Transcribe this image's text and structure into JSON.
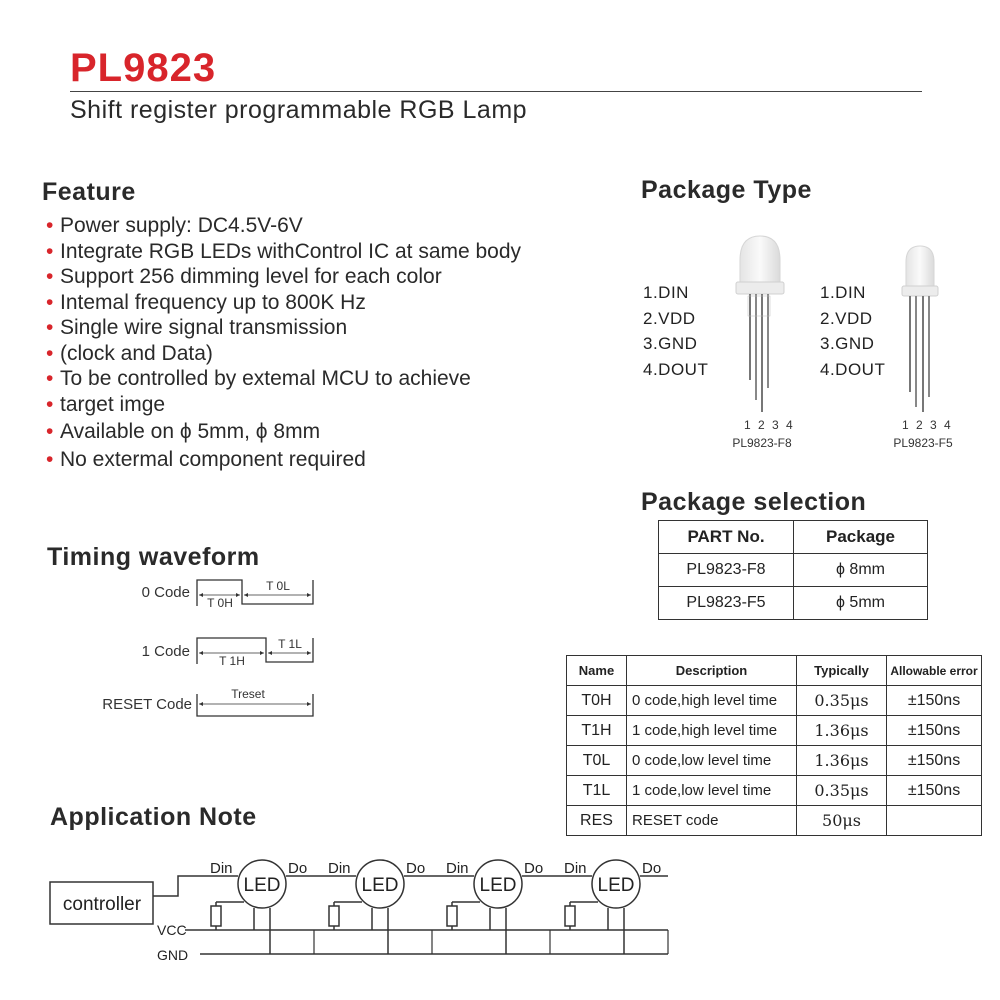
{
  "header": {
    "title": "PL9823",
    "subtitle": "Shift register programmable RGB Lamp"
  },
  "feature": {
    "heading": "Feature",
    "items": [
      "Power supply: DC4.5V-6V",
      "Integrate RGB LEDs withControl IC at same body",
      "Support 256 dimming level for each color",
      "Intemal frequency up to 800K Hz",
      "Single wire signal transmission",
      "(clock and Data)",
      "To be controlled by extemal MCU to achieve",
      "target imge",
      "Available on ϕ 5mm, ϕ 8mm",
      "No extermal component required"
    ]
  },
  "package_type": {
    "heading": "Package Type",
    "f8": {
      "pins": [
        "1.DIN",
        "2.VDD",
        "3.GND",
        "4.DOUT"
      ],
      "pin_numbers": "1 2 3 4",
      "caption": "PL9823-F8"
    },
    "f5": {
      "pins": [
        "1.DIN",
        "2.VDD",
        "3.GND",
        "4.DOUT"
      ],
      "pin_numbers": "1 2 3 4",
      "caption": "PL9823-F5"
    }
  },
  "package_selection": {
    "heading": "Package selection",
    "columns": [
      "PART No.",
      "Package"
    ],
    "rows": [
      [
        "PL9823-F8",
        "ϕ 8mm"
      ],
      [
        "PL9823-F5",
        "ϕ 5mm"
      ]
    ]
  },
  "spec_table": {
    "columns": [
      "Name",
      "Description",
      "Typically",
      "Allowable error"
    ],
    "rows": [
      [
        "T0H",
        "0 code,high level time",
        "0.35μs",
        "±150ns"
      ],
      [
        "T1H",
        "1 code,high level time",
        "1.36μs",
        "±150ns"
      ],
      [
        "T0L",
        "0 code,low level time",
        "1.36μs",
        "±150ns"
      ],
      [
        "T1L",
        "1 code,low level time",
        "0.35μs",
        "±150ns"
      ],
      [
        "RES",
        "RESET code",
        "50μs",
        ""
      ]
    ]
  },
  "timing": {
    "heading": "Timing waveform",
    "zero_code": {
      "label": "0 Code",
      "high": "T 0H",
      "low": "T 0L"
    },
    "one_code": {
      "label": "1 Code",
      "high": "T 1H",
      "low": "T 1L"
    },
    "reset_code": {
      "label": "RESET Code",
      "span": "Treset"
    }
  },
  "application": {
    "heading": "Application Note",
    "controller": "controller",
    "vcc": "VCC",
    "gnd": "GND",
    "din": "Din",
    "dout": "Do",
    "led": "LED"
  }
}
